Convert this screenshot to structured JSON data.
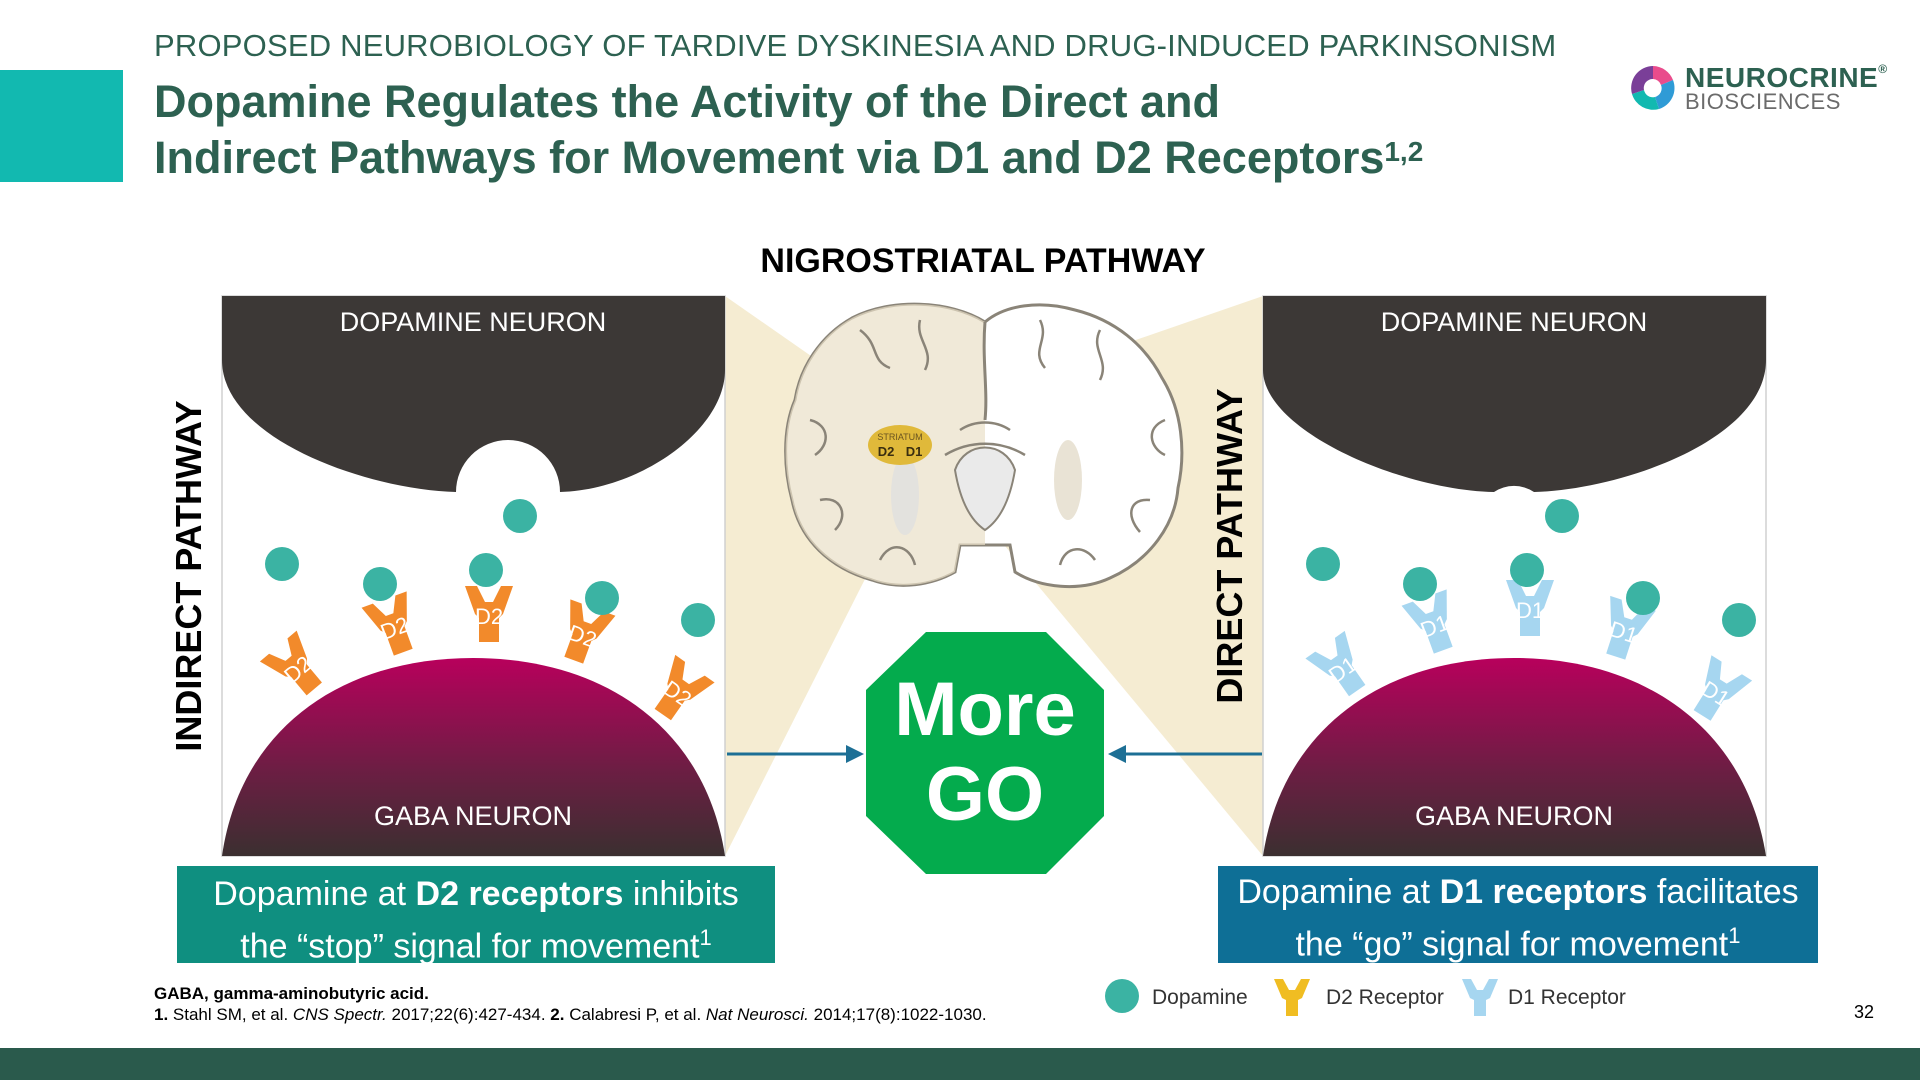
{
  "header": {
    "kicker": "PROPOSED NEUROBIOLOGY OF TARDIVE DYSKINESIA AND DRUG-INDUCED PARKINSONISM",
    "title_line1": "Dopamine Regulates the Activity of the Direct and",
    "title_line2": "Indirect Pathways for Movement via D1 and D2 Receptors",
    "title_refs": "1,2"
  },
  "logo": {
    "name": "NEUROCRINE",
    "reg": "®",
    "sub": "BIOSCIENCES"
  },
  "diagram": {
    "pathway_title": "NIGROSTRIATAL PATHWAY",
    "left_vertical": "INDIRECT PATHWAY",
    "right_vertical": "DIRECT PATHWAY",
    "dopamine_neuron": "DOPAMINE NEURON",
    "gaba_neuron": "GABA NEURON",
    "d2_label": "D2",
    "d1_label": "D1",
    "striatum_label": "STRIATUM",
    "stop_sign_line1": "More",
    "stop_sign_line2": "GO",
    "colors": {
      "dopamine": "#3bb3a3",
      "d2_receptor": "#f28a2b",
      "d1_receptor": "#a6d6f0",
      "gaba_top": "#b8005c",
      "gaba_bottom": "#3b2f30",
      "neuron_dark": "#3c3836",
      "stop_sign": "#04ab4d",
      "beam": "#f5ecd2",
      "arrow": "#1d6f95",
      "legend_d2": "#f0bd22"
    }
  },
  "captions": {
    "left_a": "Dopamine at ",
    "left_b": "D2 receptors",
    "left_c": " inhibits",
    "left_d": "the “stop” signal for movement",
    "left_ref": "1",
    "right_a": "Dopamine at ",
    "right_b": "D1 receptors",
    "right_c": " facilitates",
    "right_d": "the “go” signal for movement",
    "right_ref": "1"
  },
  "legend": {
    "dopamine": "Dopamine",
    "d2": "D2 Receptor",
    "d1": "D1 Receptor"
  },
  "footnotes": {
    "abbrev": "GABA, gamma-aminobutyric acid.",
    "ref1_num": "1.",
    "ref1_a": " Stahl SM, et al. ",
    "ref1_journal": "CNS Spectr.",
    "ref1_b": " 2017;22(6):427-434. ",
    "ref2_num": "2.",
    "ref2_a": " Calabresi P, et al. ",
    "ref2_journal": "Nat Neurosci.",
    "ref2_b": " 2014;17(8):1022-1030."
  },
  "page_number": "32"
}
